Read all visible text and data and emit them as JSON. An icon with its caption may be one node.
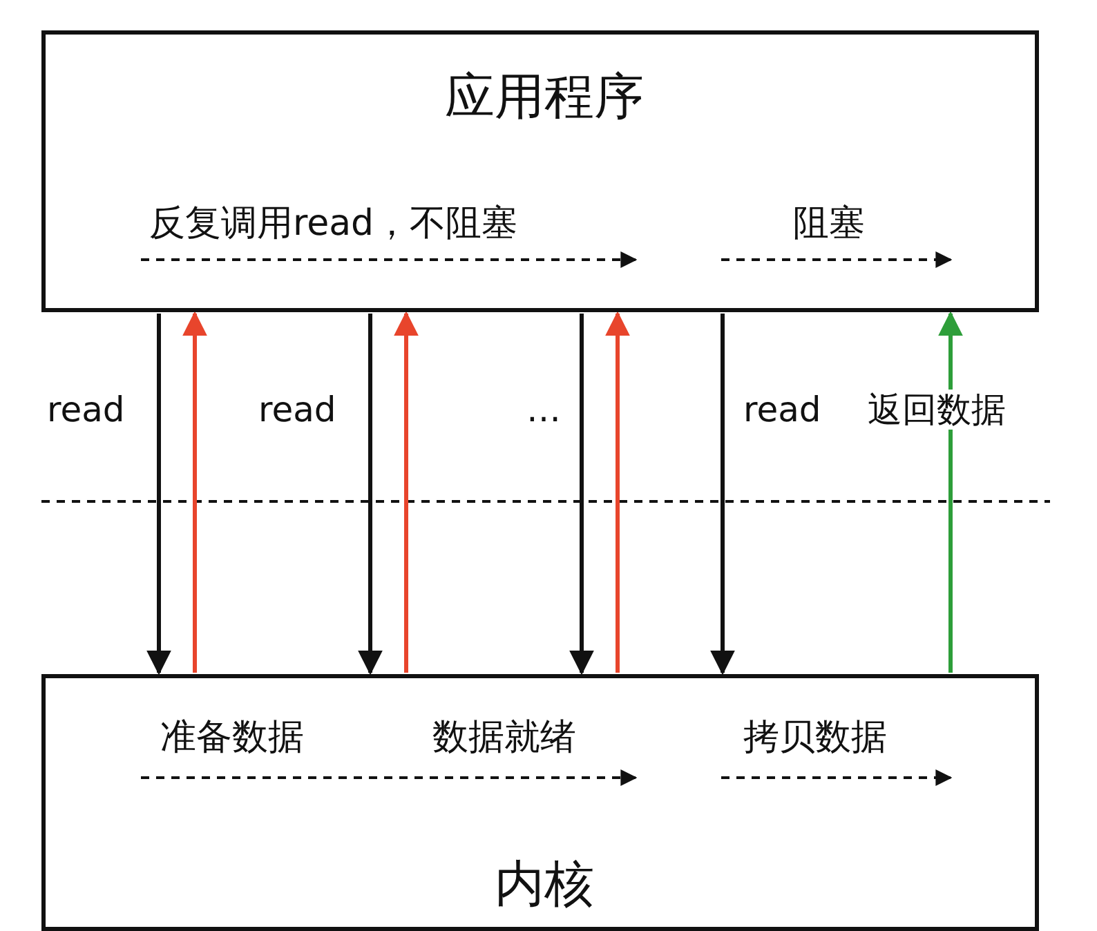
{
  "diagram": {
    "nodes": [
      {
        "text": [
          "应用程序",
          "反复调用read，不阻塞",
          "阻塞"
        ]
      },
      {
        "text": [
          "准备数据",
          "数据就绪",
          "拷贝数据",
          "内核"
        ]
      }
    ],
    "edges": [
      {
        "from": 0,
        "to": 1,
        "arrow": "to",
        "label": "read"
      },
      {
        "from": 1,
        "to": 0,
        "arrow": "to",
        "color": "#e8452c"
      },
      {
        "from": 0,
        "to": 1,
        "arrow": "to",
        "label": "read"
      },
      {
        "from": 1,
        "to": 0,
        "arrow": "to",
        "color": "#e8452c"
      },
      {
        "from": 0,
        "to": 1,
        "arrow": "to",
        "label": "…"
      },
      {
        "from": 1,
        "to": 0,
        "arrow": "to",
        "color": "#e8452c"
      },
      {
        "from": 0,
        "to": 1,
        "arrow": "to",
        "label": "read"
      },
      {
        "from": 1,
        "to": 0,
        "arrow": "to",
        "color": "#2e9e3a",
        "label": "返回数据"
      }
    ]
  }
}
